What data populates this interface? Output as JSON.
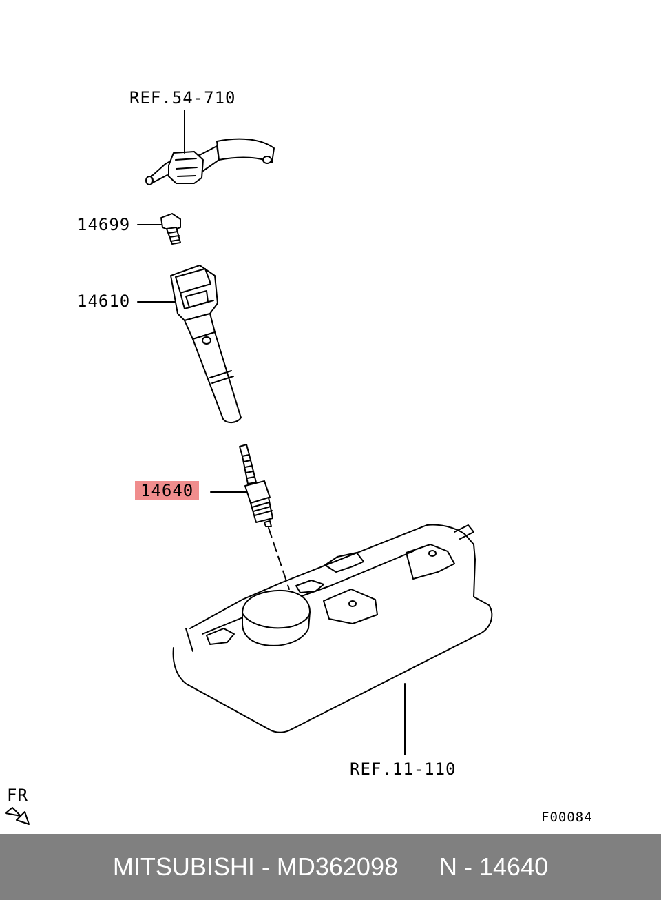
{
  "labels": {
    "ref_top": "REF.54-710",
    "bolt": "14699",
    "coil": "14610",
    "plug": "14640",
    "ref_bottom": "REF.11-110",
    "front": "FR",
    "figure_code": "F00084"
  },
  "footer": {
    "brand": "MITSUBISHI",
    "part_number": "MD362098",
    "position": "N - 14640"
  },
  "colors": {
    "highlight": "#f08d8d",
    "footer_bg": "#808080"
  }
}
